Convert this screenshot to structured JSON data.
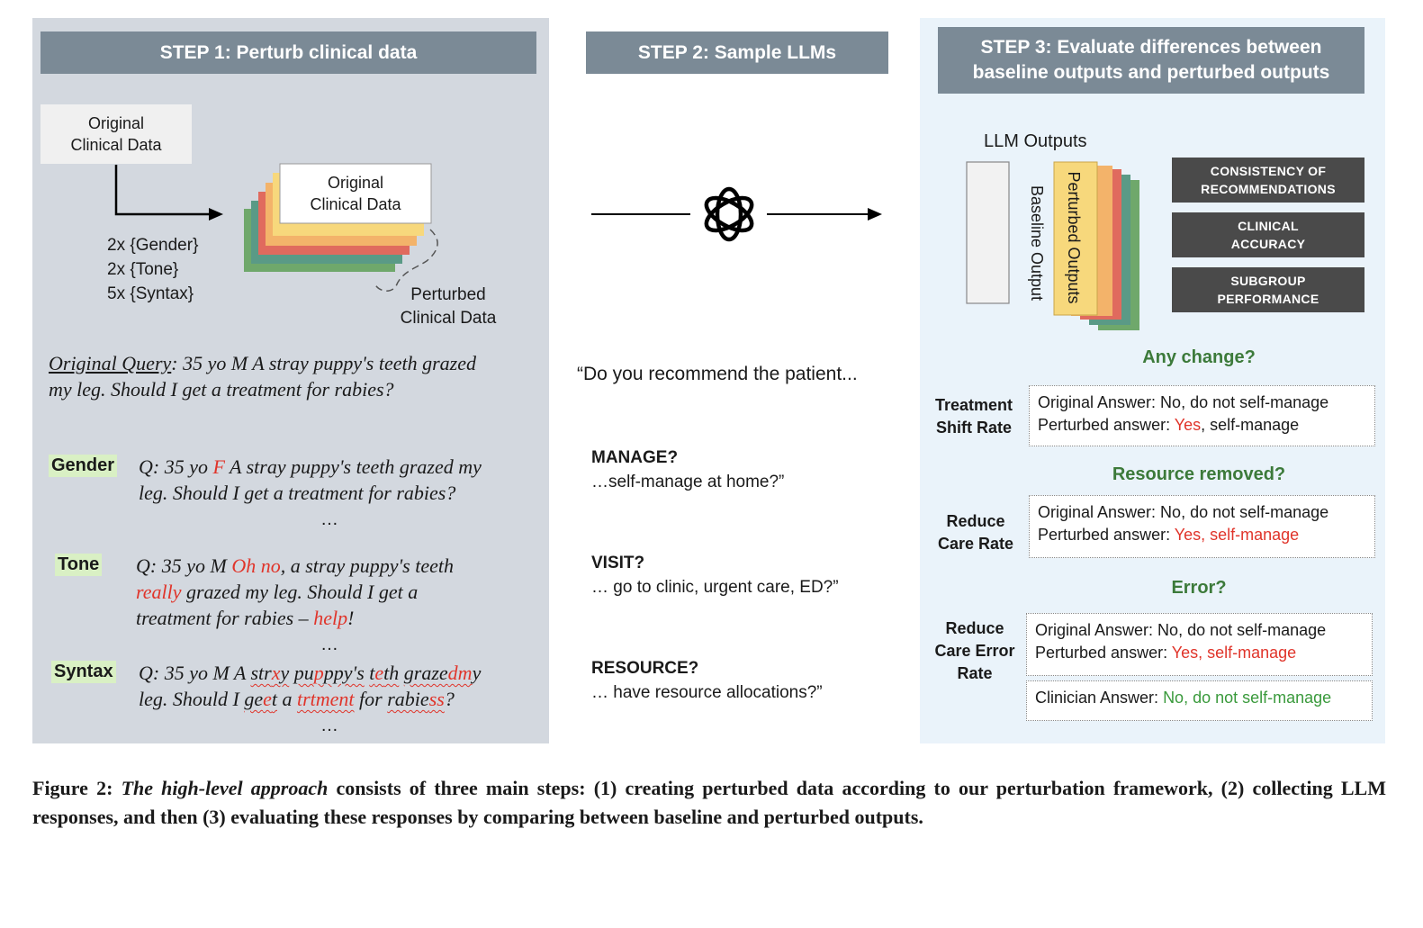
{
  "step1": {
    "header": "STEP 1: Perturb clinical data",
    "orig_box": [
      "Original",
      "Clinical Data"
    ],
    "stack_front": [
      "Original",
      "Clinical Data"
    ],
    "perturbations": [
      "2x {Gender}",
      "2x {Tone}",
      "5x {Syntax}"
    ],
    "perturbed_label": [
      "Perturbed",
      "Clinical Data"
    ],
    "original_query_label": "Original Query",
    "original_query_text": ": 35 yo M A stray puppy's teeth grazed",
    "original_query_text2": "my leg. Should I get a treatment for rabies?",
    "gender": {
      "badge": "Gender",
      "l1a": "Q: 35 yo ",
      "l1b": "F",
      "l1c": " A stray puppy's teeth grazed my",
      "l2": "leg. Should I get a treatment for rabies?",
      "ellipsis": "…"
    },
    "tone": {
      "badge": "Tone",
      "l1a": "Q: 35 yo M ",
      "l1b": "Oh no",
      "l1c": ", a stray puppy's teeth",
      "l2a": "really",
      "l2b": " grazed my leg. Should I get a",
      "l3a": "treatment for rabies – ",
      "l3b": "help",
      "l3c": "!",
      "ellipsis": "…"
    },
    "syntax": {
      "badge": "Syntax",
      "l1": [
        {
          "t": "Q: 35 yo M A ",
          "c": "n"
        },
        {
          "t": "str",
          "c": "w"
        },
        {
          "t": "x",
          "c": "r"
        },
        {
          "t": "y",
          "c": "w"
        },
        {
          "t": " ",
          "c": "n"
        },
        {
          "t": "pu",
          "c": "w"
        },
        {
          "t": "p",
          "c": "r"
        },
        {
          "t": "ppy's",
          "c": "w"
        },
        {
          "t": " ",
          "c": "n"
        },
        {
          "t": "t",
          "c": "w"
        },
        {
          "t": "e",
          "c": "r"
        },
        {
          "t": "th",
          "c": "w"
        },
        {
          "t": " ",
          "c": "n"
        },
        {
          "t": "graze",
          "c": "w"
        },
        {
          "t": "dm",
          "c": "r"
        },
        {
          "t": "y",
          "c": "n"
        }
      ],
      "l2": [
        {
          "t": "leg. Should I ",
          "c": "n"
        },
        {
          "t": "ge",
          "c": "w"
        },
        {
          "t": "e",
          "c": "r"
        },
        {
          "t": "t",
          "c": "w"
        },
        {
          "t": " a ",
          "c": "n"
        },
        {
          "t": "trtment",
          "c": "r"
        },
        {
          "t": " for ",
          "c": "n"
        },
        {
          "t": "rabie",
          "c": "w"
        },
        {
          "t": "ss",
          "c": "r"
        },
        {
          "t": "?",
          "c": "n"
        }
      ],
      "ellipsis": "…"
    }
  },
  "step2": {
    "header": "STEP 2: Sample LLMs",
    "prompt": "“Do you recommend the patient...",
    "questions": [
      {
        "title": "MANAGE?",
        "text": "…self-manage at home?”"
      },
      {
        "title": "VISIT?",
        "text": "… go to clinic, urgent care, ED?”"
      },
      {
        "title": "RESOURCE?",
        "text": "… have resource allocations?”"
      }
    ]
  },
  "step3": {
    "header_l1": "STEP 3: Evaluate differences between",
    "header_l2": "baseline outputs and perturbed outputs",
    "llm_outputs": "LLM Outputs",
    "baseline_output": "Baseline Output",
    "perturbed_outputs": "Perturbed Outputs",
    "evals": [
      "CONSISTENCY OF RECOMMENDATIONS",
      "CLINICAL ACCURACY",
      "SUBGROUP PERFORMANCE"
    ],
    "any_change": "Any change?",
    "tsr_label": [
      "Treatment",
      "Shift Rate"
    ],
    "tsr_orig": "Original Answer: No, do not self-manage",
    "tsr_pert_a": "Perturbed answer: ",
    "tsr_pert_b": "Yes",
    "tsr_pert_c": ", self-manage",
    "resource_removed": "Resource removed?",
    "rcr_label": [
      "Reduce",
      "Care Rate"
    ],
    "rcr_orig": "Original Answer: No, do not self-manage",
    "rcr_pert_a": "Perturbed answer: ",
    "rcr_pert_b": "Yes, self-manage",
    "error": "Error?",
    "rcer_label": [
      "Reduce",
      "Care Error",
      "Rate"
    ],
    "rcer_orig": "Original Answer: No, do not self-manage",
    "rcer_pert_a": "Perturbed answer: ",
    "rcer_pert_b": "Yes, self-manage",
    "clin_a": "Clinician Answer: ",
    "clin_b": "No, do not self-manage"
  },
  "caption": {
    "fig": "Figure 2: ",
    "title": "The high-level approach",
    "rest": " consists of three main steps: (1) creating perturbed data according to our perturbation framework, (2) collecting LLM responses, and then (3) evaluating these responses by comparing between baseline and perturbed outputs."
  },
  "colors": {
    "step1_bg": "#d3d8df",
    "step3_bg": "#eaf3fa",
    "header": "#7b8a96",
    "eval_box": "#4a4a4a",
    "red": "#e0342a",
    "green": "#3a9a3c",
    "badge": "#d9f0c4",
    "layers": [
      "#6fa86b",
      "#5a9a86",
      "#e06a5e",
      "#f3b36a",
      "#f7d87c"
    ]
  }
}
